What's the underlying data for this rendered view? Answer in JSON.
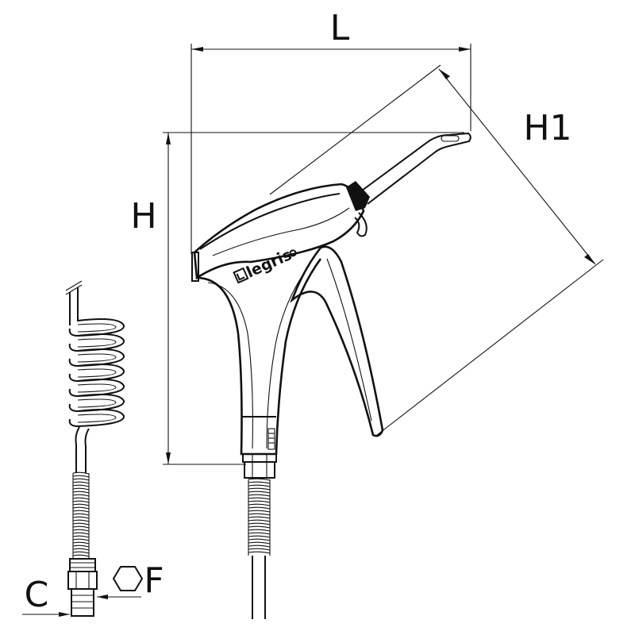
{
  "dimensions": {
    "length": "L",
    "height": "H",
    "diagonal_height": "H1",
    "thread": "C",
    "hex_size": "F"
  },
  "brand": {
    "name": "legris"
  },
  "symbols": {
    "hex_icon": "hexagon-icon"
  },
  "colors": {
    "line": "#111111",
    "background": "#ffffff"
  }
}
